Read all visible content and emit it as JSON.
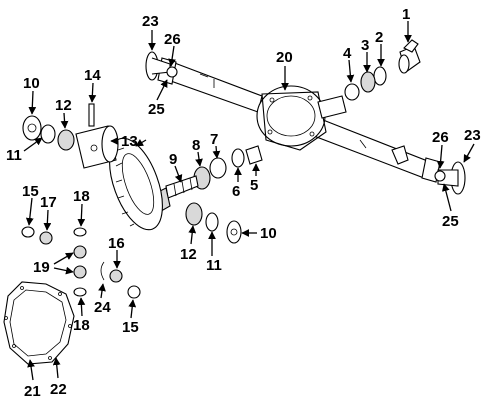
{
  "diagram": {
    "callouts": {
      "c1": "1",
      "c2": "2",
      "c3": "3",
      "c4": "4",
      "c5": "5",
      "c6": "6",
      "c7": "7",
      "c8": "8",
      "c9": "9",
      "c10a": "10",
      "c10b": "10",
      "c11a": "11",
      "c11b": "11",
      "c12a": "12",
      "c12b": "12",
      "c13": "13",
      "c14": "14",
      "c15a": "15",
      "c15b": "15",
      "c16": "16",
      "c17": "17",
      "c18a": "18",
      "c18b": "18",
      "c19": "19",
      "c20": "20",
      "c21": "21",
      "c22": "22",
      "c23a": "23",
      "c23b": "23",
      "c24": "24",
      "c25a": "25",
      "c25b": "25",
      "c26a": "26",
      "c26b": "26"
    }
  }
}
